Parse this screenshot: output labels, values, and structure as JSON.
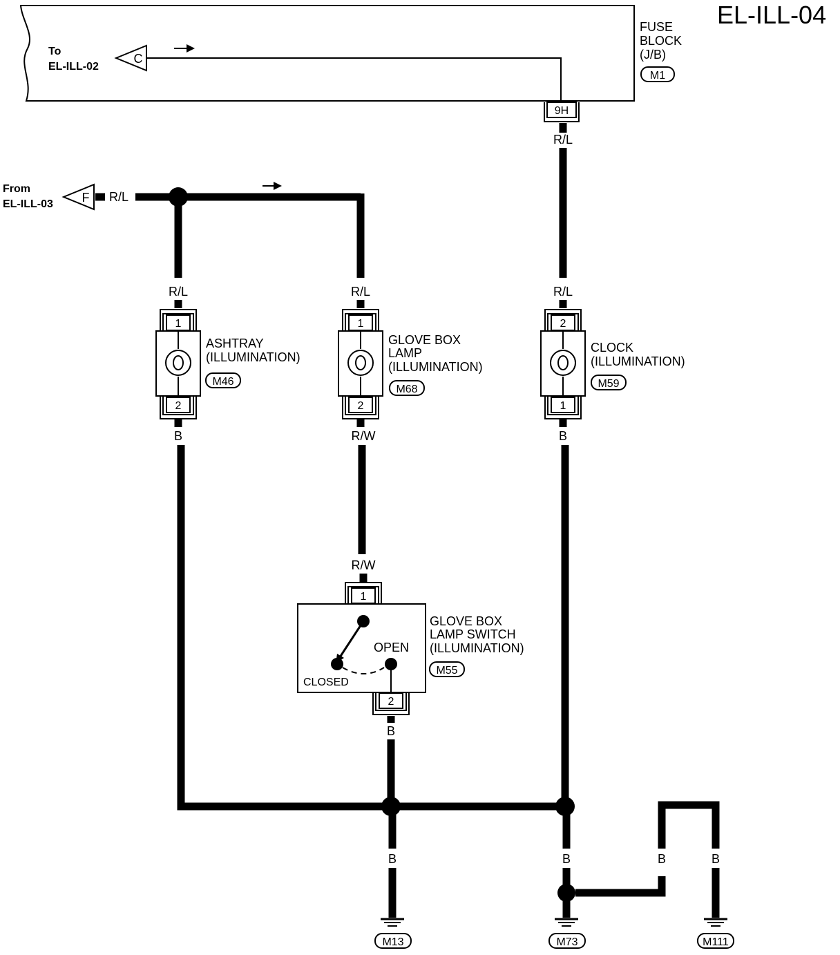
{
  "page_id": "EL-ILL-04",
  "fuse_block": {
    "name_line1": "FUSE",
    "name_line2": "BLOCK",
    "name_line3": "(J/B)",
    "connector": "M1",
    "terminal": "9H"
  },
  "connectors": {
    "to": {
      "letter": "C",
      "line1": "To",
      "line2": "EL-ILL-02"
    },
    "from": {
      "letter": "F",
      "line1": "From",
      "line2": "EL-ILL-03"
    }
  },
  "wire_colors": {
    "rl": "R/L",
    "rw": "R/W",
    "b": "B"
  },
  "ashtray": {
    "line1": "ASHTRAY",
    "line2": "(ILLUMINATION)",
    "connector": "M46",
    "pin_top": "1",
    "pin_bottom": "2"
  },
  "glove_box_lamp": {
    "line1": "GLOVE BOX",
    "line2": "LAMP",
    "line3": "(ILLUMINATION)",
    "connector": "M68",
    "pin_top": "1",
    "pin_bottom": "2"
  },
  "clock": {
    "line1": "CLOCK",
    "line2": "(ILLUMINATION)",
    "connector": "M59",
    "pin_top": "2",
    "pin_bottom": "1"
  },
  "glove_box_switch": {
    "line1": "GLOVE BOX",
    "line2": "LAMP SWITCH",
    "line3": "(ILLUMINATION)",
    "connector": "M55",
    "pin_top": "1",
    "pin_bottom": "2",
    "open_label": "OPEN",
    "closed_label": "CLOSED"
  },
  "grounds": {
    "g1": "M13",
    "g2": "M73",
    "g3": "M111"
  },
  "colors": {
    "ink": "#000000",
    "paper": "#ffffff"
  }
}
